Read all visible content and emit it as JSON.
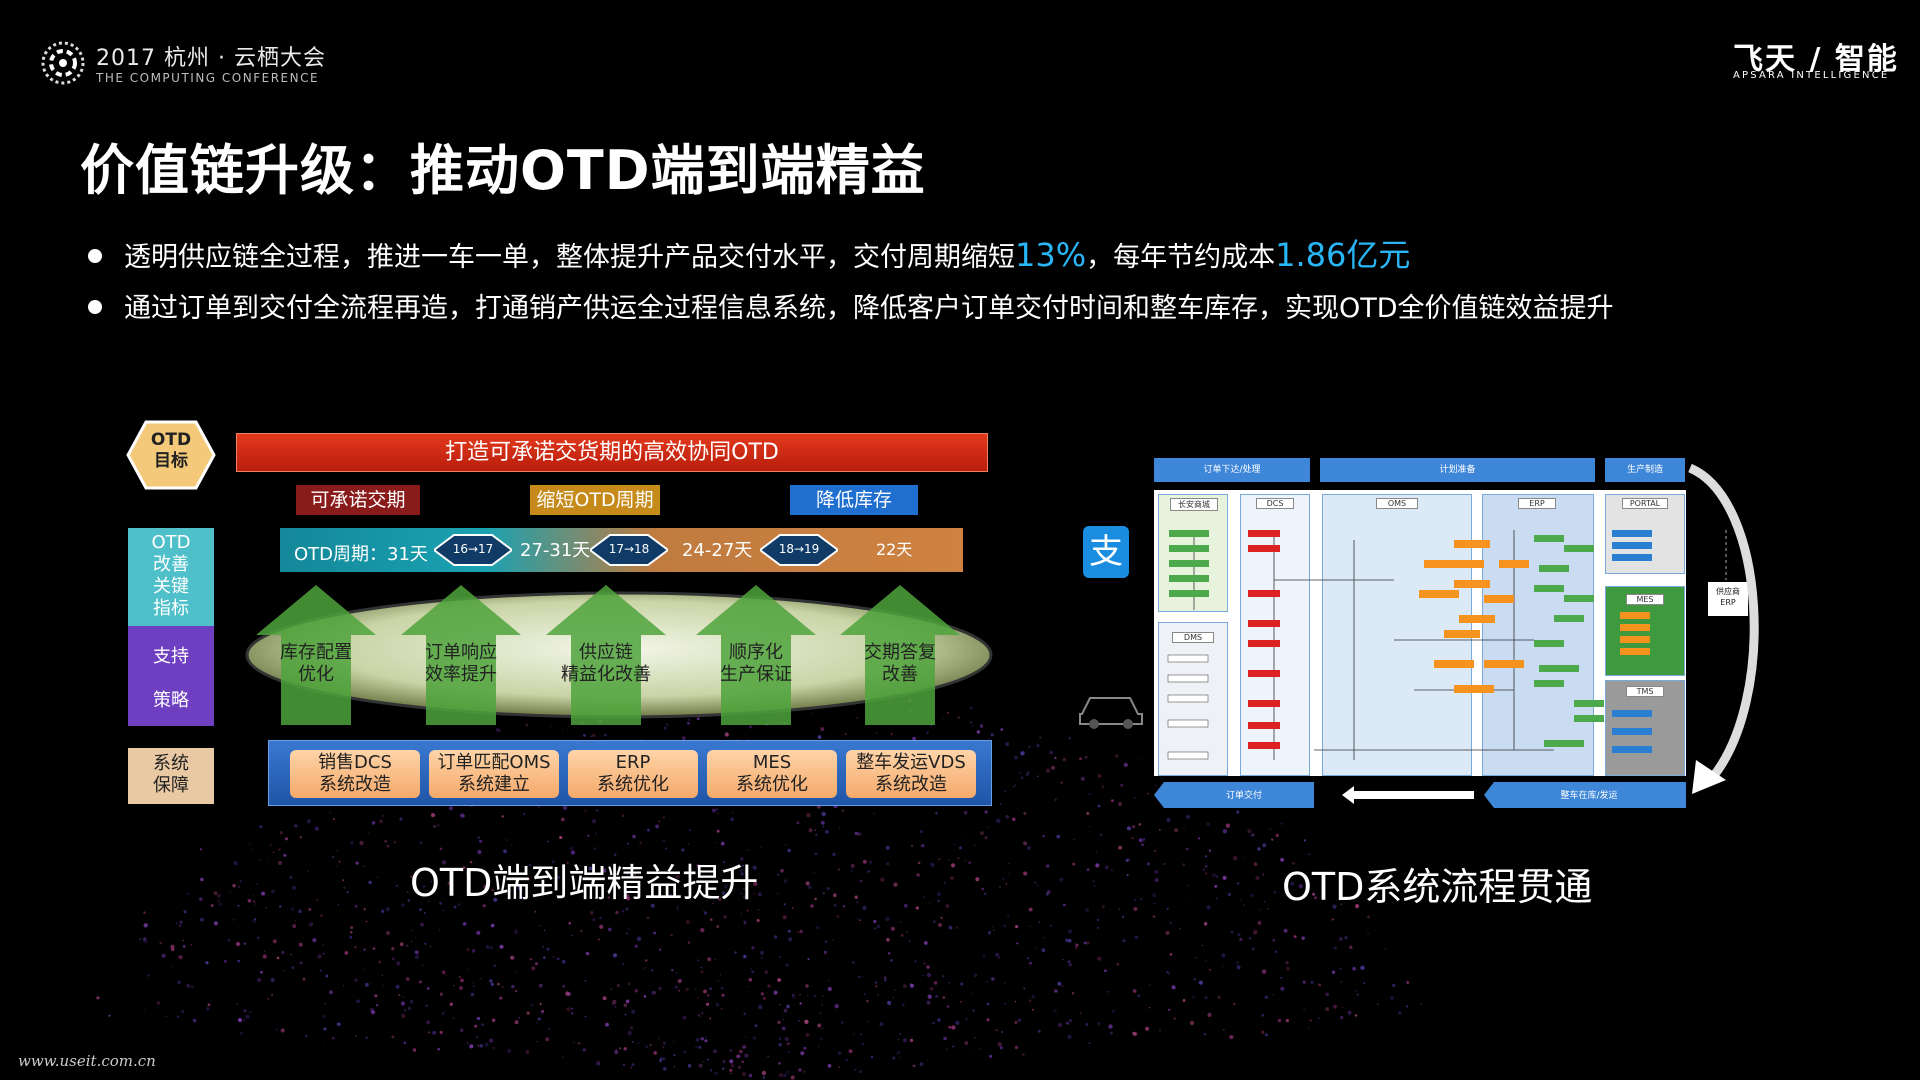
{
  "header": {
    "conference_year": "2017 杭州 · 云栖大会",
    "conference_sub": "THE COMPUTING CONFERENCE",
    "brand_cn": "飞天 / 智能",
    "brand_en": "APSARA INTELLIGENCE"
  },
  "title": "价值链升级：推动OTD端到端精益",
  "bullets": [
    {
      "pre": "透明供应链全过程，推进一车一单，整体提升产品交付水平，交付周期缩短",
      "hl1": "13%",
      "mid": "，每年节约成本",
      "hl2": "1.86亿元"
    },
    {
      "pre": "通过订单到交付全流程再造，打通销产供运全过程信息系统，降低客户订单交付时间和整车库存，实现OTD全价值链效益提升"
    }
  ],
  "left_diagram": {
    "otd_goal_label": "OTD\n目标",
    "goal_bar": "打造可承诺交货期的高效协同OTD",
    "sub_goals": [
      "可承诺交期",
      "缩短OTD周期",
      "降低库存"
    ],
    "otd_cycle": "OTD周期：31天",
    "cycle_ranges": [
      "27-31天",
      "24-27天",
      "22天"
    ],
    "cycle_steps": [
      "16→17",
      "17→18",
      "18→19"
    ],
    "row_labels": {
      "kpi": "OTD\n改善\n关键\n指标",
      "strategy": "支持\n\n策略",
      "system": "系统\n保障"
    },
    "strategies": [
      "库存配置\n优化",
      "订单响应\n效率提升",
      "供应链\n精益化改善",
      "顺序化\n生产保证",
      "交期答复\n改善"
    ],
    "systems": [
      "销售DCS\n系统改造",
      "订单匹配OMS\n系统建立",
      "ERP\n系统优化",
      "MES\n系统优化",
      "整车发运VDS\n系统改造"
    ],
    "caption": "OTD端到端精益提升"
  },
  "right_diagram": {
    "headers": [
      "订单下达/处理",
      "计划准备",
      "生产制造"
    ],
    "bottom_headers": [
      "订单交付",
      "整车在库/发运"
    ],
    "panels": [
      "长安商城",
      "DCS",
      "OMS",
      "ERP",
      "PORTAL",
      "DMS",
      "MES",
      "TMS"
    ],
    "side_box": "供应商\nERP",
    "alipay_icon": "支",
    "caption": "OTD系统流程贯通"
  },
  "watermark": "www.useit.com.cn",
  "colors": {
    "highlight": "#29b6f6",
    "goal_red": "#d63017",
    "teal": "#1aa2b2",
    "orange": "#cf8241",
    "purple": "#7a4bc4",
    "blue": "#2a6fcf",
    "green": "#3a9a3a"
  }
}
